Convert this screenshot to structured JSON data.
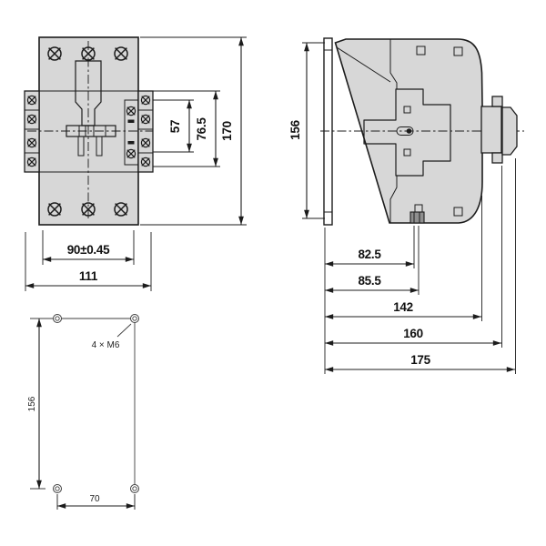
{
  "drawing": {
    "front_view": {
      "dims": {
        "inner_height": "57",
        "fixing_height": "76.5",
        "total_height": "170",
        "fixing_width": "90±0.45",
        "total_width": "111"
      }
    },
    "side_view": {
      "dims": {
        "flange_height": "156",
        "depth_clip_inner": "82.5",
        "depth_clip_outer": "85.5",
        "depth_body": "142",
        "depth_front": "160",
        "depth_total": "175"
      }
    },
    "drilling_plan": {
      "hole_label": "4 × M6",
      "dims": {
        "vertical_spacing": "156",
        "horizontal_spacing": "70"
      }
    },
    "colors": {
      "body_fill": "#d7d7d7",
      "line": "#1c1c1c",
      "background": "#ffffff"
    }
  }
}
